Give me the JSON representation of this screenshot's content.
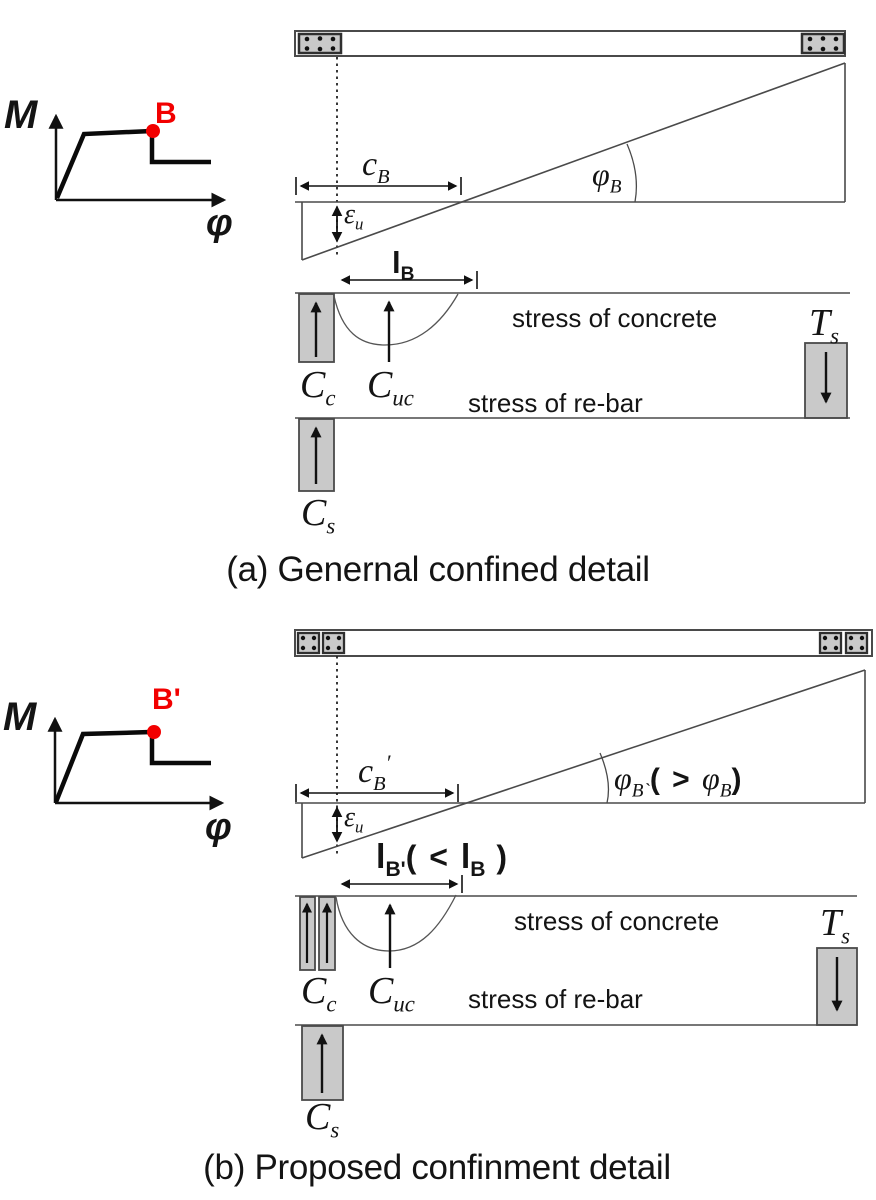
{
  "colors": {
    "accent_red": "#f20000",
    "section_fill_gray": "#c9c9c9",
    "line_gray": "#3f3f3f",
    "text": "#141414"
  },
  "caption_a": "(a) Genernal confined detail",
  "caption_b": "(b) Proposed confinment detail",
  "graph_a": {
    "y_axis": "M",
    "x_axis": "φ",
    "point": "B"
  },
  "graph_b": {
    "y_axis": "M",
    "x_axis": "φ",
    "point": "B'"
  },
  "a": {
    "c_base": "c",
    "c_sub": "B",
    "phi_base": "φ",
    "phi_sub": "B",
    "eps_base": "ε",
    "eps_sub": "u",
    "l_base": "l",
    "l_sub": "B",
    "cc_base": "C",
    "cc_sub": "c",
    "cuc_base": "C",
    "cuc_sub": "uc",
    "cs_base": "C",
    "cs_sub": "s",
    "ts_base": "T",
    "ts_sub": "s",
    "stress_concrete": "stress of concrete",
    "stress_rebar": "stress of re-bar"
  },
  "b": {
    "c_base": "c",
    "c_sub": "B",
    "c_prime": "′",
    "phi_base": "φ",
    "phi_sub": "B`",
    "phi_open": "( > ",
    "phi2_base": "φ",
    "phi2_sub": "B",
    "phi_close": ")",
    "eps_base": "ε",
    "eps_sub": "u",
    "l_base": "l",
    "l_sub": "B'",
    "l_open": "( < ",
    "l2_base": "l",
    "l2_sub": "B",
    "l_close": " )",
    "cc_base": "C",
    "cc_sub": "c",
    "cuc_base": "C",
    "cuc_sub": "uc",
    "cs_base": "C",
    "cs_sub": "s",
    "ts_base": "T",
    "ts_sub": "s",
    "stress_concrete": "stress of concrete",
    "stress_rebar": "stress of re-bar"
  }
}
